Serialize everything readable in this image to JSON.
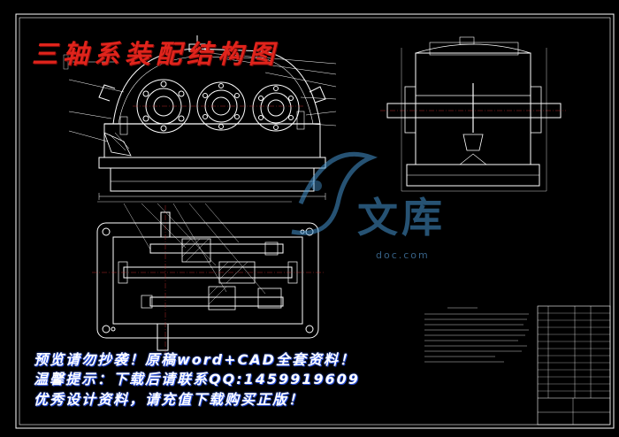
{
  "drawing": {
    "title": "三轴系装配结构图",
    "watermark_lines": [
      "预览请勿抄袭！原稿word+CAD全套资料！",
      "温馨提示：下载后请联系QQ:1459919609",
      "优秀设计资料，请充值下载购买正版！"
    ],
    "logo_text": "文库",
    "logo_url": "doc.com",
    "colors": {
      "background": "#000000",
      "lines": "#ffffff",
      "title": "#e0241c",
      "watermark_glow": "#3060ff",
      "logo": "#4696d2"
    },
    "views": [
      "front-view",
      "side-view",
      "top-section-view",
      "title-block"
    ]
  }
}
